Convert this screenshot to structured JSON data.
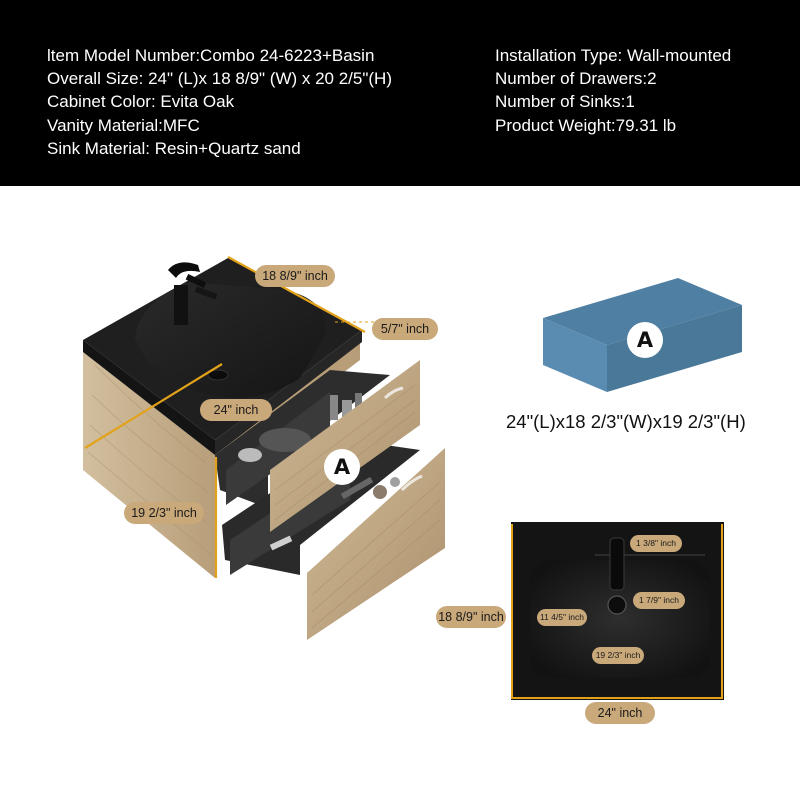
{
  "specs": {
    "left": [
      "ltem Model Number:Combo 24-6223+Basin",
      "Overall Size: 24\" (L)x 18 8/9\" (W) x 20 2/5\"(H)",
      "Cabinet Color: Evita Oak",
      "Vanity Material:MFC",
      "Sink Material: Resin+Quartz sand"
    ],
    "right": [
      "Installation Type: Wall-mounted",
      "Number of Drawers:2",
      "Number of Sinks:1",
      "Product Weight:79.31 lb"
    ]
  },
  "main_view": {
    "depth_label": "18 8/9\" inch",
    "top_thickness_label": "5/7\" inch",
    "width_label": "24\" inch",
    "height_label": "19 2/3\" inch",
    "badge": "A"
  },
  "part_a": {
    "badge": "A",
    "dimensions": "24\"(L)x18 2/3\"(W)x19 2/3\"(H)",
    "color": "#4f7fa2"
  },
  "top_view": {
    "depth_label": "18 8/9\" inch",
    "width_label": "24\" inch",
    "faucet_offset_label": "1 3/8\" inch",
    "drain_label": "1 7/9\" inch",
    "basin_width_label": "11 4/5\" inch",
    "basin_length_label": "19 2/3\" inch"
  },
  "colors": {
    "header_bg": "#000000",
    "tag_bg": "#c9a87a",
    "dimension_line": "#e3a21a",
    "oak": "#c5ae8c",
    "sink_black": "#1c1c1c"
  }
}
